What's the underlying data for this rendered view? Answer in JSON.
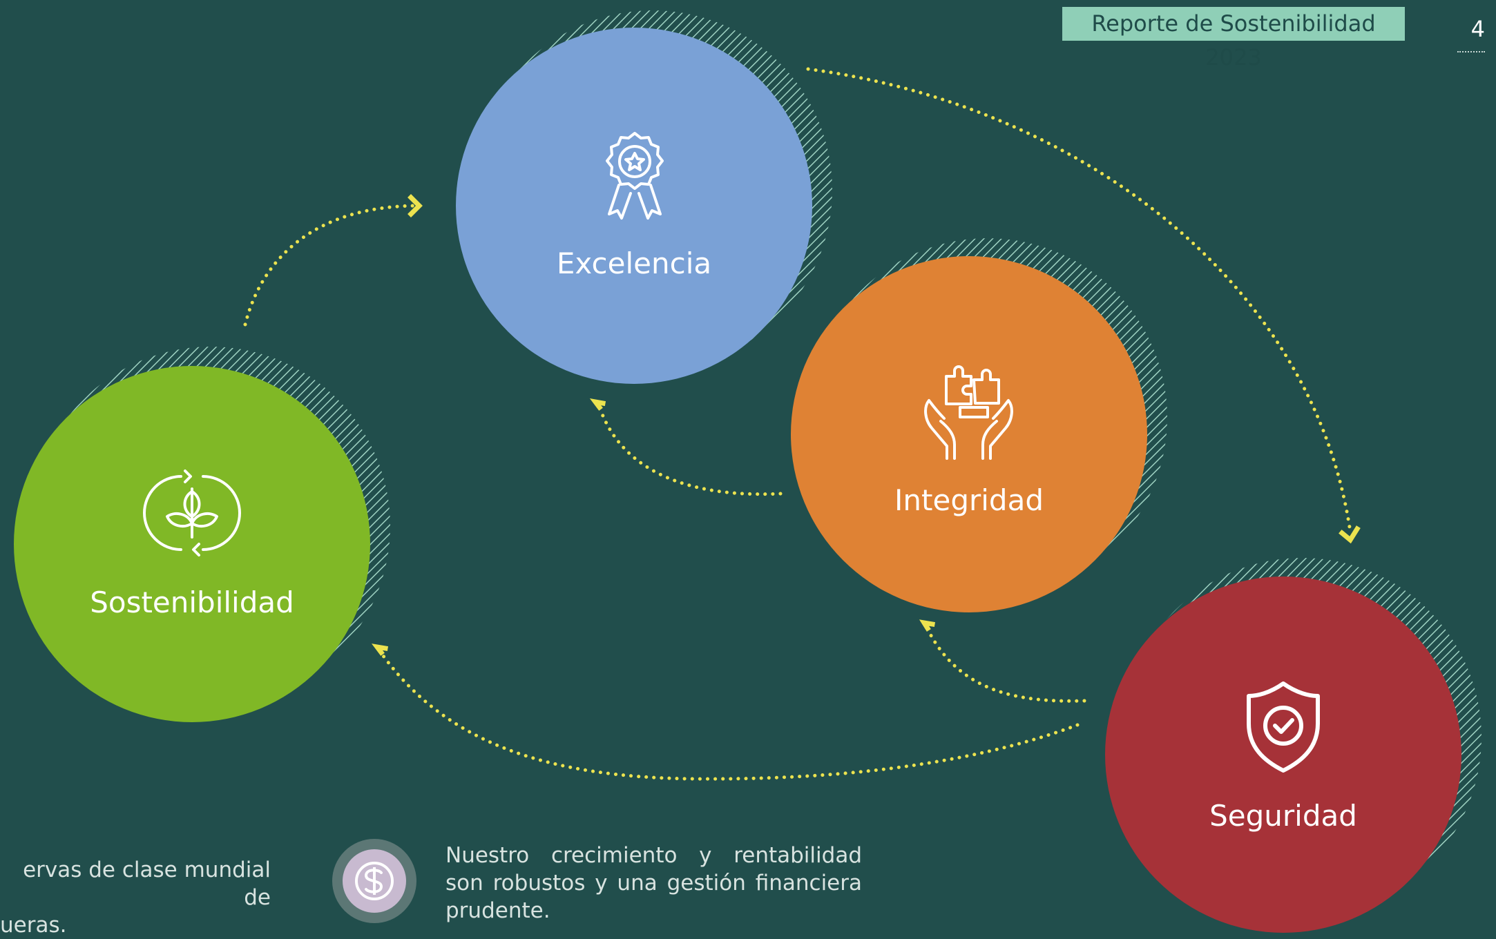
{
  "header": {
    "report_title": "Reporte de Sostenibilidad 2023",
    "page_number": "4"
  },
  "values": [
    {
      "id": "excelencia",
      "label": "Excelencia",
      "icon": "award-ribbon-icon",
      "color": "#7aa1d6"
    },
    {
      "id": "integridad",
      "label": "Integridad",
      "icon": "hands-puzzle-icon",
      "color": "#df8234"
    },
    {
      "id": "sostenibilidad",
      "label": "Sostenibilidad",
      "icon": "leaf-cycle-icon",
      "color": "#80b826"
    },
    {
      "id": "seguridad",
      "label": "Seguridad",
      "icon": "shield-check-icon",
      "color": "#a63238"
    }
  ],
  "connectors": {
    "color": "#ece34f",
    "edges": [
      {
        "from": "sostenibilidad",
        "to": "excelencia"
      },
      {
        "from": "excelencia",
        "to": "seguridad"
      },
      {
        "from": "integridad",
        "to": "excelencia"
      },
      {
        "from": "seguridad",
        "to": "integridad"
      },
      {
        "from": "seguridad",
        "to": "sostenibilidad"
      }
    ]
  },
  "footer": {
    "left_text_line1": "ervas de clase mundial de",
    "left_text_line2": "ueras.",
    "money_icon": "dollar-coin-icon",
    "right_text_line1": "Nuestro crecimiento y rentabilidad",
    "right_text_line2": "son robustos y una gestión financiera",
    "right_text_line3": "prudente."
  }
}
